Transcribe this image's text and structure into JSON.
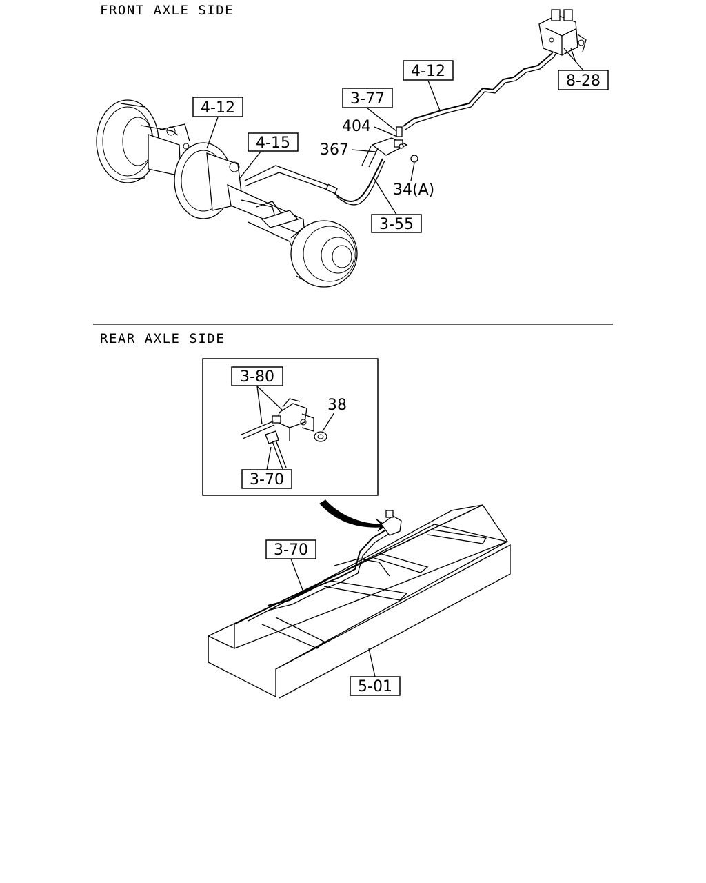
{
  "sections": {
    "front": {
      "title": "FRONT AXLE SIDE"
    },
    "rear": {
      "title": "REAR AXLE SIDE"
    }
  },
  "refs": {
    "front_axle": "4-12",
    "front_pipe": "4-12",
    "front_connector": "4-15",
    "front_bracket": "3-77",
    "front_harness": "3-55",
    "front_valve": "8-28",
    "rear_sensor": "3-80",
    "rear_bolt_detail": "3-70",
    "rear_harness": "3-70",
    "rear_frame": "5-01"
  },
  "parts": {
    "p404": "404",
    "p367": "367",
    "p34a": "34(A)",
    "p38": "38"
  }
}
